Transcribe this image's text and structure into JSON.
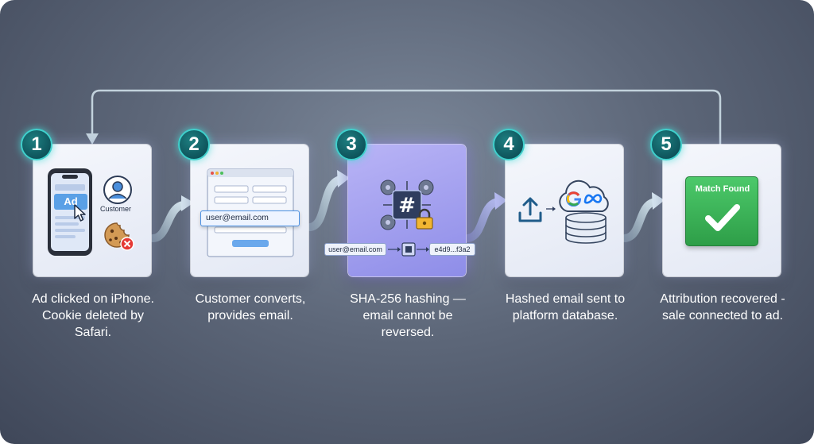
{
  "steps": [
    {
      "number": "1",
      "caption": "Ad clicked on iPhone. Cookie deleted by Safari.",
      "ad_label": "Ad",
      "customer_label": "Customer"
    },
    {
      "number": "2",
      "caption": "Customer converts, provides email.",
      "email": "user@email.com"
    },
    {
      "number": "3",
      "caption": "SHA-256 hashing — email cannot be reversed.",
      "input": "user@email.com",
      "output": "e4d9...f3a2"
    },
    {
      "number": "4",
      "caption": "Hashed email sent to platform database."
    },
    {
      "number": "5",
      "caption": "Attribution recovered - sale connected to ad.",
      "result_label": "Match Found"
    }
  ],
  "icons": [
    "smartphone-icon",
    "pointer-cursor-icon",
    "user-icon",
    "cookie-icon",
    "delete-icon",
    "form-icon",
    "gear-icon",
    "hash-icon",
    "lock-icon",
    "chip-icon",
    "upload-icon",
    "cloud-icon",
    "google-icon",
    "meta-icon",
    "database-icon",
    "checkmark-icon"
  ],
  "colors": {
    "accent_teal": "#3fd0cc",
    "hash_card": "#9d99ee",
    "success_green": "#3cb85a",
    "flow_arrow": "#c5dbe8"
  }
}
